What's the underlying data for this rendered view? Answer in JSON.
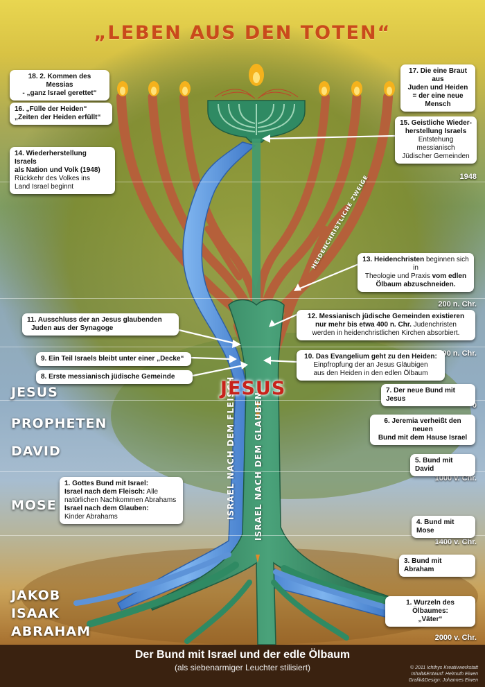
{
  "title": "„LEBEN AUS DEN TOTEN“",
  "footer": {
    "title": "Der Bund mit Israel und der edle Ölbaum",
    "subtitle": "(als siebenarmiger Leuchter stilisiert)",
    "credit1": "© 2011 Ichthys Kreativwerkstatt",
    "credit2": "Inhalt&Entwurf: Helmuth Eiwen",
    "credit3": "Grafik&Design: Johannes Eiwen"
  },
  "eras": {
    "jesus": "JESUS",
    "propheten": "PROPHETEN",
    "david": "DAVID",
    "mose": "MOSE",
    "jakob": "JAKOB",
    "isaak": "ISAAK",
    "abraham": "ABRAHAM"
  },
  "years": {
    "y1948": "1948",
    "y200": "200 n. Chr.",
    "y90": "90 n. Chr.",
    "y0": "0",
    "y1000": "1000 v. Chr.",
    "y1400": "1400 v. Chr.",
    "y2000": "2000 v. Chr."
  },
  "trunk": {
    "fleisch": "ISRAEL NACH DEM FLEISCH",
    "glauben": "ISRAEL NACH DEM GLAUBEN",
    "zweige": "HEIDENCHRISTLICHE ZWEIGE",
    "center": "JESUS"
  },
  "boxes": {
    "b18a": "18. 2. Kommen des Messias",
    "b18b": "- „ganz Israel gerettet“",
    "b17a": "17. Die eine Braut aus",
    "b17b": "Juden und Heiden",
    "b17c": "= der eine neue Mensch",
    "b16a": "16. „Fülle der Heiden“",
    "b16b": "„Zeiten der Heiden erfüllt“",
    "b15a": "15. Geistliche Wieder-",
    "b15b": "herstellung Israels",
    "b15c": "Entstehung messianisch",
    "b15d": "Jüdischer Gemeinden",
    "b14a": "14. Wiederherstellung Israels",
    "b14b": "als Nation und Volk (1948)",
    "b14c": "Rückkehr des Volkes ins",
    "b14d": "Land Israel beginnt",
    "b13a": "13. Heidenchristen",
    "b13b": "beginnen sich in",
    "b13c": "Theologie und Praxis",
    "b13d": "vom edlen",
    "b13e": "Ölbaum abzuschneiden.",
    "b12a": "12. Messianisch jüdische Gemeinden existieren",
    "b12b": "nur mehr bis etwa 400 n. Chr.",
    "b12c": "Judenchristen",
    "b12d": "werden in heidenchristlichen Kirchen absorbiert.",
    "b11a": "11. Ausschluss der an Jesus glaubenden",
    "b11b": "Juden aus der Synagoge",
    "b10a": "10. Das Evangelium geht zu den Heiden:",
    "b10b": "Einpfropfung der an Jesus Gläubigen",
    "b10c": "aus den Heiden in den edlen Ölbaum",
    "b9": "9. Ein Teil Israels bleibt unter einer „Decke“",
    "b8": "8. Erste messianisch jüdische Gemeinde",
    "b7": "7. Der neue Bund mit Jesus",
    "b6a": "6. Jeremia verheißt den neuen",
    "b6b": "Bund mit dem Hause Israel",
    "b5": "5. Bund mit David",
    "b4": "4. Bund mit Mose",
    "b3": "3. Bund mit Abraham",
    "b1a": "1. Gottes Bund mit Israel:",
    "b1b": "Israel nach dem Fleisch:",
    "b1c": "Alle",
    "b1d": "natürlichen Nachkommen Abrahams",
    "b1e": "Israel nach dem Glauben:",
    "b1f": "Kinder Abrahams",
    "w1a": "1. Wurzeln des Ölbaumes:",
    "w1b": "„Väter“"
  },
  "colors": {
    "flame": "#f5b21c",
    "branch": "#b5603a",
    "fleisch": "#5d93d8",
    "glauben": "#2f8a63",
    "jesus": "#c8231b"
  }
}
